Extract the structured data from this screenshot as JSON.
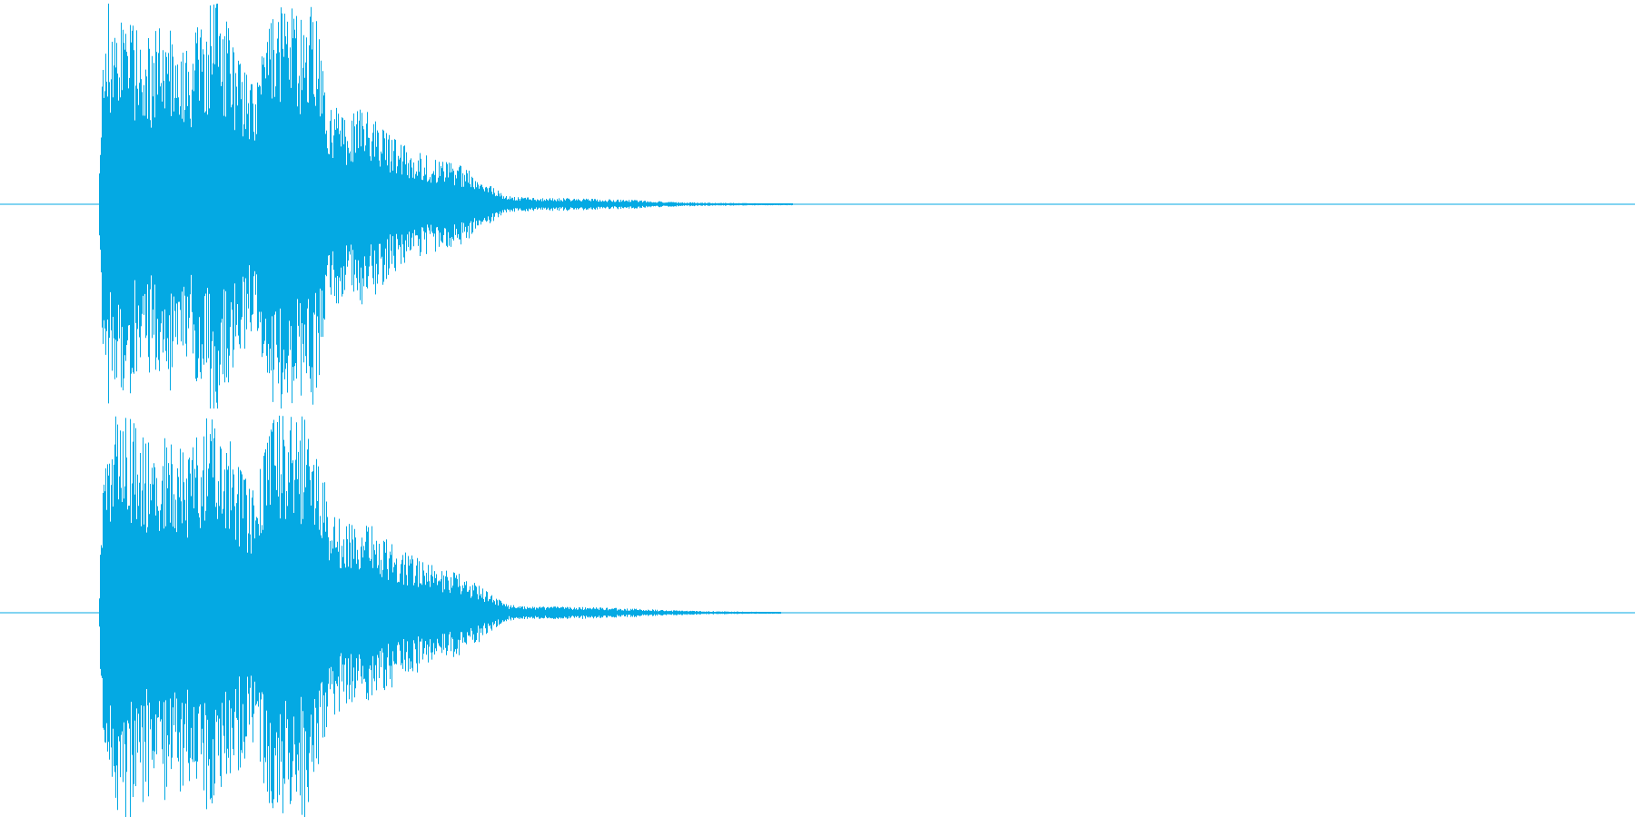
{
  "waveform": {
    "color": "#04a9e3",
    "background": "#ffffff",
    "duration_fraction_active": 0.48,
    "channels": [
      {
        "name_id": "left",
        "envelope": [
          [
            0.0,
            0.0
          ],
          [
            0.06,
            0.0
          ],
          [
            0.062,
            0.55
          ],
          [
            0.065,
            1.0
          ],
          [
            0.07,
            0.98
          ],
          [
            0.08,
            0.95
          ],
          [
            0.09,
            0.82
          ],
          [
            0.1,
            0.9
          ],
          [
            0.115,
            0.75
          ],
          [
            0.125,
            0.98
          ],
          [
            0.135,
            1.0
          ],
          [
            0.145,
            0.72
          ],
          [
            0.155,
            0.58
          ],
          [
            0.168,
            0.98
          ],
          [
            0.18,
            0.97
          ],
          [
            0.192,
            0.98
          ],
          [
            0.2,
            0.55
          ],
          [
            0.21,
            0.42
          ],
          [
            0.222,
            0.48
          ],
          [
            0.235,
            0.36
          ],
          [
            0.245,
            0.3
          ],
          [
            0.258,
            0.25
          ],
          [
            0.268,
            0.22
          ],
          [
            0.282,
            0.19
          ],
          [
            0.29,
            0.15
          ],
          [
            0.3,
            0.09
          ],
          [
            0.31,
            0.04
          ],
          [
            0.33,
            0.03
          ],
          [
            0.35,
            0.03
          ],
          [
            0.37,
            0.025
          ],
          [
            0.39,
            0.02
          ],
          [
            0.41,
            0.012
          ],
          [
            0.43,
            0.008
          ],
          [
            0.455,
            0.006
          ],
          [
            0.47,
            0.004
          ],
          [
            0.48,
            0.002
          ],
          [
            0.49,
            0.0
          ],
          [
            1.0,
            0.0
          ]
        ]
      },
      {
        "name_id": "right",
        "envelope": [
          [
            0.0,
            0.0
          ],
          [
            0.06,
            0.0
          ],
          [
            0.062,
            0.55
          ],
          [
            0.065,
            1.0
          ],
          [
            0.07,
            0.98
          ],
          [
            0.08,
            0.96
          ],
          [
            0.09,
            0.84
          ],
          [
            0.1,
            0.92
          ],
          [
            0.115,
            0.76
          ],
          [
            0.125,
            0.98
          ],
          [
            0.135,
            1.0
          ],
          [
            0.145,
            0.73
          ],
          [
            0.155,
            0.6
          ],
          [
            0.168,
            0.98
          ],
          [
            0.18,
            0.97
          ],
          [
            0.192,
            0.98
          ],
          [
            0.2,
            0.56
          ],
          [
            0.21,
            0.43
          ],
          [
            0.222,
            0.47
          ],
          [
            0.235,
            0.37
          ],
          [
            0.245,
            0.31
          ],
          [
            0.258,
            0.26
          ],
          [
            0.268,
            0.22
          ],
          [
            0.282,
            0.19
          ],
          [
            0.29,
            0.15
          ],
          [
            0.3,
            0.09
          ],
          [
            0.31,
            0.04
          ],
          [
            0.33,
            0.03
          ],
          [
            0.35,
            0.03
          ],
          [
            0.37,
            0.025
          ],
          [
            0.39,
            0.02
          ],
          [
            0.41,
            0.012
          ],
          [
            0.43,
            0.008
          ],
          [
            0.455,
            0.006
          ],
          [
            0.47,
            0.004
          ],
          [
            0.48,
            0.0
          ],
          [
            1.0,
            0.0
          ]
        ]
      }
    ]
  }
}
